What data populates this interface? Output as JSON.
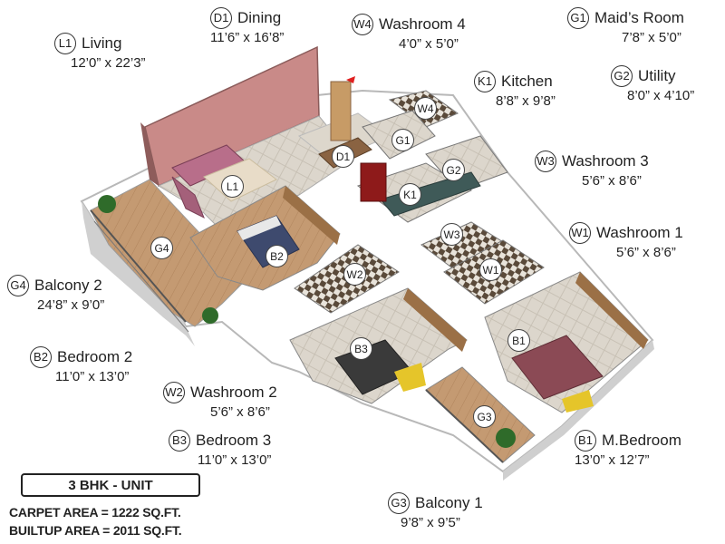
{
  "rooms": {
    "L1": {
      "code": "L1",
      "name": "Living",
      "dims": "12’0” x 22’3”"
    },
    "D1": {
      "code": "D1",
      "name": "Dining",
      "dims": "11’6” x 16’8”"
    },
    "W4": {
      "code": "W4",
      "name": "Washroom 4",
      "dims": "4’0” x 5’0”"
    },
    "G1": {
      "code": "G1",
      "name": "Maid’s Room",
      "dims": "7’8” x 5’0”"
    },
    "K1": {
      "code": "K1",
      "name": "Kitchen",
      "dims": "8’8” x 9’8”"
    },
    "G2": {
      "code": "G2",
      "name": "Utility",
      "dims": "8’0” x 4’10”"
    },
    "W3": {
      "code": "W3",
      "name": "Washroom 3",
      "dims": "5’6” x 8’6”"
    },
    "W1": {
      "code": "W1",
      "name": "Washroom 1",
      "dims": "5’6” x 8’6”"
    },
    "G4": {
      "code": "G4",
      "name": "Balcony 2",
      "dims": "24’8” x 9’0”"
    },
    "B2": {
      "code": "B2",
      "name": "Bedroom 2",
      "dims": "11’0” x 13’0”"
    },
    "W2": {
      "code": "W2",
      "name": "Washroom 2",
      "dims": "5’6” x 8’6”"
    },
    "B3": {
      "code": "B3",
      "name": "Bedroom 3",
      "dims": "11’0” x 13’0”"
    },
    "B1": {
      "code": "B1",
      "name": "M.Bedroom",
      "dims": "13’0” x 12’7”"
    },
    "G3": {
      "code": "G3",
      "name": "Balcony 1",
      "dims": "9’8” x 9’5”"
    }
  },
  "unit": {
    "title": "3 BHK - UNIT",
    "carpet_area": "CARPET AREA = 1222 SQ.FT.",
    "builtup_area": "BUILTUP AREA = 2011 SQ.FT."
  },
  "colors": {
    "wall": "#ffffff",
    "wall_shade": "#c9c9c9",
    "living_accent_wall": "#c98a88",
    "wood_floor": "#c49a72",
    "tile_floor": "#d8d3cb",
    "wardrobe": "#9b7046",
    "kitchen_counter": "#3f5a58",
    "fridge": "#8e1a1a",
    "plant": "#2f6b2a"
  }
}
